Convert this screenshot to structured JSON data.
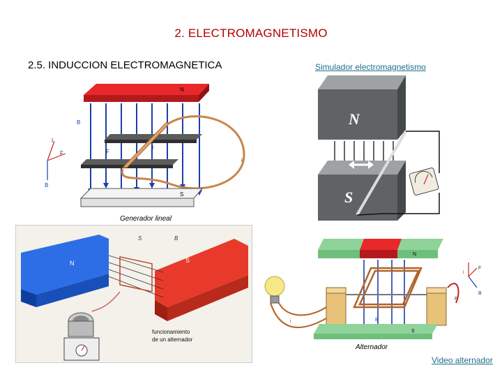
{
  "slide": {
    "title": "2. ELECTROMAGNETISMO",
    "subtitle": "2.5. INDUCCION ELECTROMAGNETICA",
    "link_simulator": "Simulador electromagnetismo",
    "link_video": "Video alternador"
  },
  "fig_linear": {
    "caption": "Generador lineal",
    "label_n": "N",
    "label_s": "S",
    "label_b_field": "B",
    "label_i_top": "I",
    "label_f_axis": "F",
    "label_b_axis": "B",
    "label_f_bar": "F",
    "label_i_bar": "I",
    "label_i_wire": "i"
  },
  "fig_simulator": {
    "label_n": "N",
    "label_s": "S"
  },
  "fig_alt_photo": {
    "label_n": "N",
    "label_s": "S",
    "label_s_top": "S",
    "label_b_top": "B",
    "caption_line1": "funcionamiento",
    "caption_line2": "de un alternador"
  },
  "fig_alternador": {
    "caption": "Alternador",
    "label_n": "N",
    "label_s": "S",
    "label_i_right": "i",
    "label_f_axis": "F",
    "label_b_axis": "B",
    "label_f_low": "F",
    "label_b_center": "B",
    "label_i_lamp": "i"
  },
  "colors": {
    "title": "#b00000",
    "link": "#1f6f8b",
    "magnet_red": "#e8282a",
    "magnet_blue": "#1e5fd8",
    "field_arrow": "#1b3fa8",
    "copper": "#c9844a",
    "magnet_gray": "#5f6366",
    "green_base": "#8fd39a"
  }
}
